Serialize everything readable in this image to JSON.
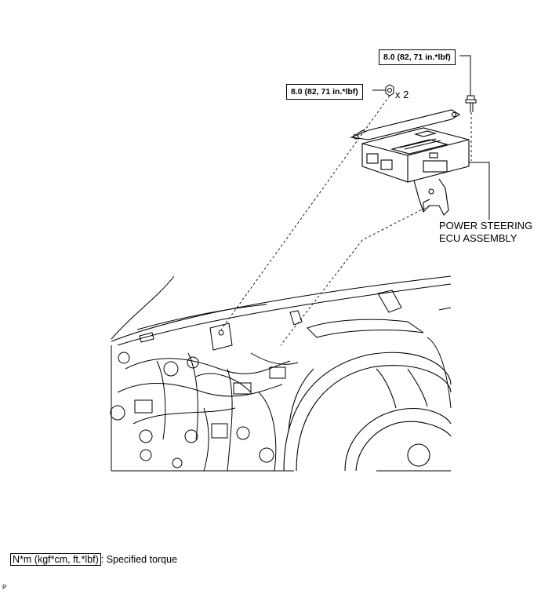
{
  "callouts": {
    "bolt_torque": "8.0 (82, 71 in.*lbf)",
    "nut_torque": "8.0 (82, 71 in.*lbf)",
    "nut_quantity": "x 2"
  },
  "part_label": {
    "line1": "POWER STEERING",
    "line2": "ECU ASSEMBLY"
  },
  "legend": {
    "symbol": "N*m (kgf*cm, ft.*lbf)",
    "description": ": Specified torque"
  },
  "footer": {
    "code": "P"
  },
  "icons": [
    "bolt-icon",
    "nut-icon",
    "ecu-assembly-drawing",
    "dashboard-drawing",
    "steering-wheel-drawing"
  ]
}
